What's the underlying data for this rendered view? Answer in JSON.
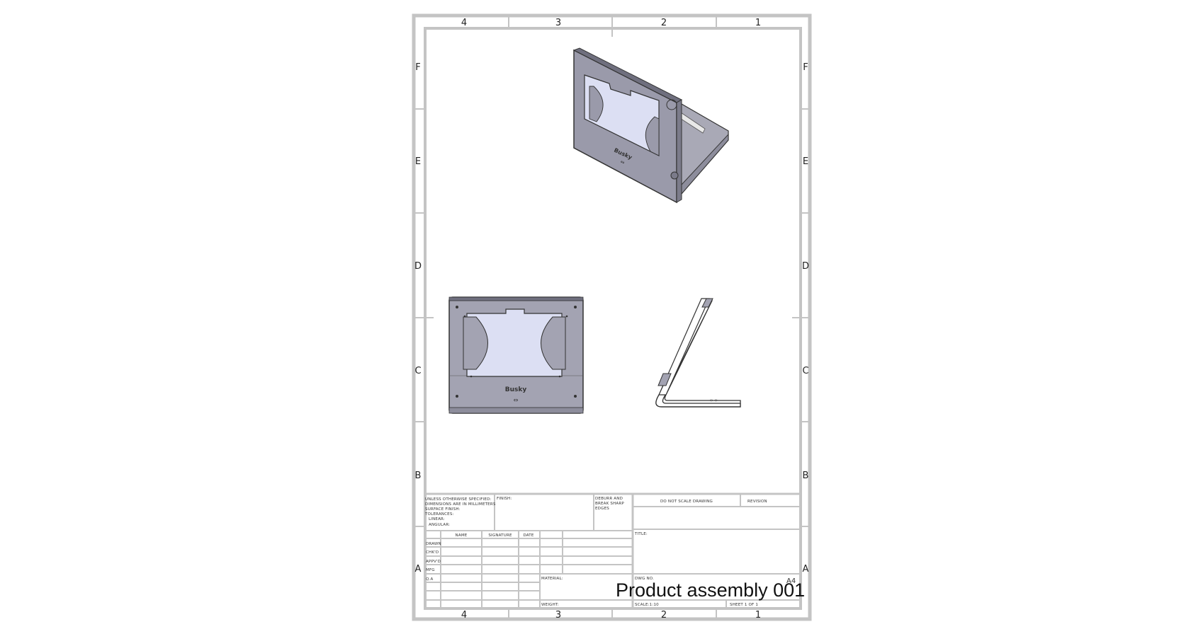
{
  "zones": {
    "top_numbers": [
      "4",
      "3",
      "2",
      "1"
    ],
    "bottom_numbers": [
      "4",
      "3",
      "2",
      "1"
    ],
    "left_letters": [
      "F",
      "E",
      "D",
      "C",
      "B",
      "A"
    ],
    "right_letters": [
      "F",
      "E",
      "D",
      "C",
      "B",
      "A"
    ]
  },
  "views": {
    "iso_logo": "Busky",
    "front_logo": "Busky"
  },
  "title_block": {
    "tolerance_lines": [
      "UNLESS OTHERWISE SPECIFIED:",
      "DIMENSIONS ARE IN MILLIMETERS",
      "SURFACE FINISH:",
      "TOLERANCES:",
      "LINEAR:",
      "ANGULAR:"
    ],
    "finish_label": "FINISH:",
    "deburr_lines": [
      "DEBURR AND",
      "BREAK SHARP",
      "EDGES"
    ],
    "do_not_scale": "DO NOT SCALE DRAWING",
    "revision_label": "REVISION",
    "col_headers": [
      "NAME",
      "SIGNATURE",
      "DATE"
    ],
    "row_labels": [
      "DRAWN",
      "CHK'D",
      "APPV'D",
      "MFG",
      "Q.A"
    ],
    "title_label": "TITLE:",
    "material_label": "MATERIAL:",
    "dwg_no_label": "DWG NO.",
    "weight_label": "WEIGHT:",
    "sheet_size": "A4",
    "drawing_title": "Product assembly 001",
    "scale_label": "SCALE:1:10",
    "sheet_label": "SHEET 1 OF 1"
  }
}
